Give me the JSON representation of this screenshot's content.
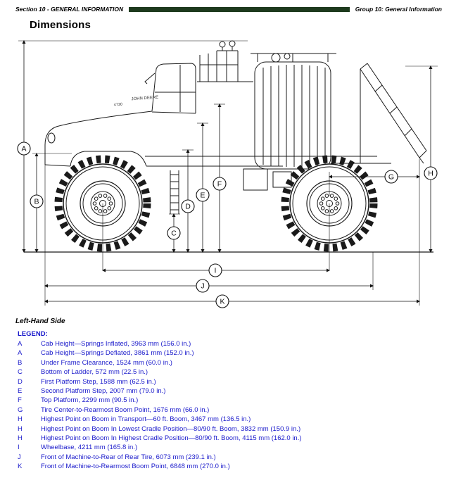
{
  "theme": {
    "legend-blue": "#1a1acb",
    "header-bar": "#1d3a1d"
  },
  "header": {
    "left": "Section 10 - GENERAL INFORMATION",
    "right": "Group 10: General Information"
  },
  "title": "Dimensions",
  "diagram": {
    "caption": "Left-Hand Side",
    "brand": "JOHN DEERE",
    "model": "4730",
    "callouts": {
      "a": "A",
      "b": "B",
      "c": "C",
      "d": "D",
      "e": "E",
      "f": "F",
      "g": "G",
      "h": "H",
      "i": "I",
      "j": "J",
      "k": "K"
    }
  },
  "legend": {
    "heading": "LEGEND:",
    "items": [
      {
        "key": "A",
        "text": "Cab Height—Springs Inflated, 3963 mm (156.0 in.)"
      },
      {
        "key": "A",
        "text": "Cab Height—Springs Deflated, 3861 mm (152.0 in.)"
      },
      {
        "key": "B",
        "text": "Under Frame Clearance, 1524 mm (60.0 in.)"
      },
      {
        "key": "C",
        "text": "Bottom of Ladder, 572 mm (22.5 in.)"
      },
      {
        "key": "D",
        "text": "First Platform Step, 1588 mm (62.5 in.)"
      },
      {
        "key": "E",
        "text": "Second Platform Step, 2007 mm (79.0 in.)"
      },
      {
        "key": "F",
        "text": "Top Platform, 2299 mm (90.5 in.)"
      },
      {
        "key": "G",
        "text": "Tire Center-to-Rearmost Boom Point, 1676 mm (66.0 in.)"
      },
      {
        "key": "H",
        "text": "Highest Point on Boom in Transport—60 ft. Boom, 3467 mm (136.5 in.)"
      },
      {
        "key": "H",
        "text": "Highest Point on Boom In Lowest Cradle Position—80/90 ft. Boom, 3832 mm (150.9 in.)"
      },
      {
        "key": "H",
        "text": "Highest Point on Boom In Highest Cradle Position—80/90 ft. Boom, 4115 mm (162.0 in.)"
      },
      {
        "key": "I",
        "text": "Wheelbase, 4211 mm (165.8 in.)"
      },
      {
        "key": "J",
        "text": "Front of Machine-to-Rear of Rear Tire, 6073 mm (239.1 in.)"
      },
      {
        "key": "K",
        "text": "Front of Machine-to-Rearmost Boom Point, 6848 mm (270.0 in.)"
      }
    ]
  }
}
